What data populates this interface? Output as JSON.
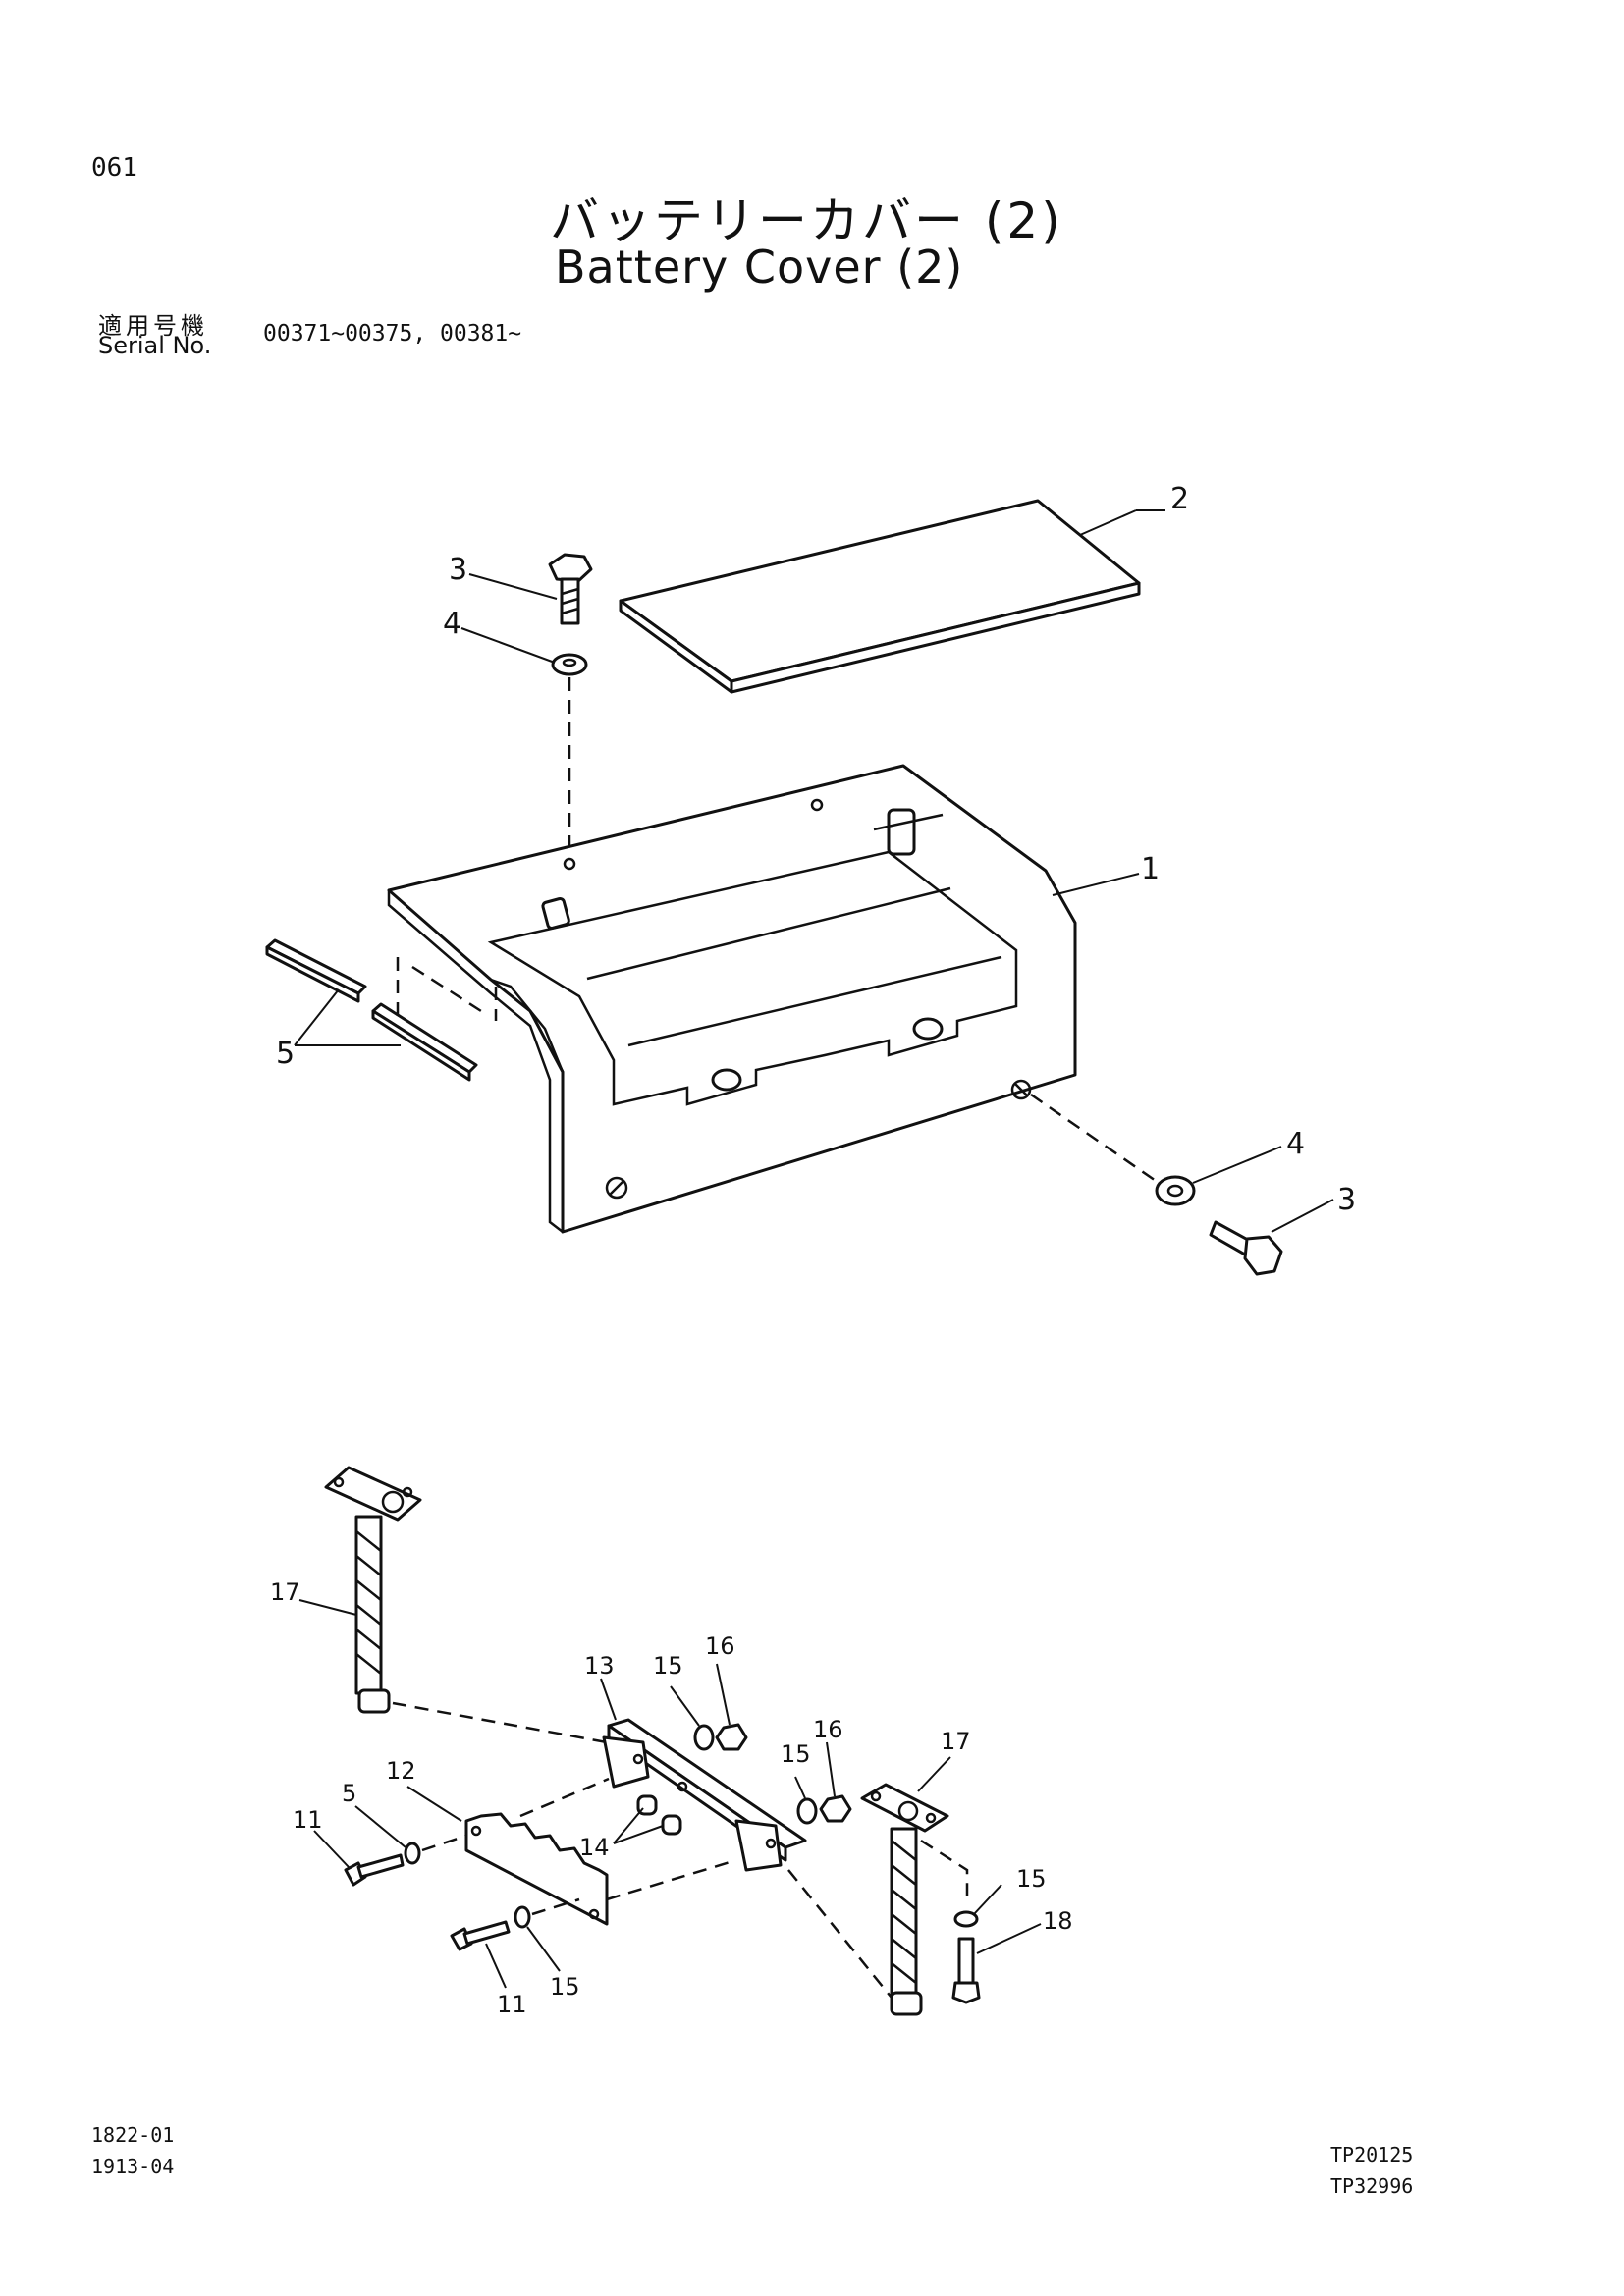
{
  "page_code": "061",
  "title_jp": "バッテリーカバー (2)",
  "title_en": "Battery Cover (2)",
  "serial": {
    "label_jp": "適用号機",
    "label_en": "Serial No.",
    "value": "00371~00375, 00381~"
  },
  "footer": {
    "left": [
      "1822-01",
      "1913-04"
    ],
    "right": [
      "TP20125",
      "TP32996"
    ]
  },
  "callouts": {
    "top": {
      "c1": "1",
      "c2": "2",
      "c3a": "3",
      "c4a": "4",
      "c3b": "3",
      "c4b": "4",
      "c5": "5"
    },
    "bottom": {
      "c17a": "17",
      "c13": "13",
      "c15a": "15",
      "c16a": "16",
      "c12": "12",
      "c5": "5",
      "c11a": "11",
      "c14": "14",
      "c15b": "15",
      "c16b": "16",
      "c17b": "17",
      "c15c": "15",
      "c18": "18",
      "c11b": "11",
      "c15d": "15"
    }
  }
}
